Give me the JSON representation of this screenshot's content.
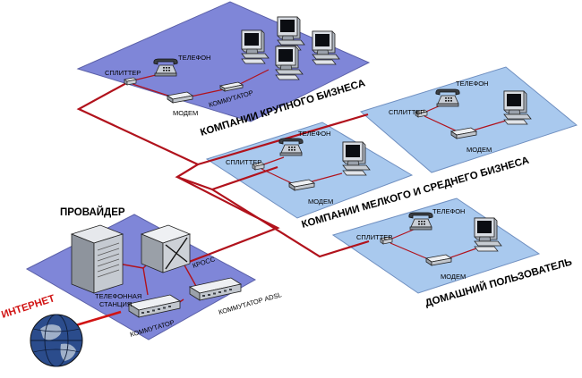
{
  "colors": {
    "large_business_zone": "#7f86d8",
    "small_business_zone": "#a9c9ee",
    "provider_zone": "#7f86d8",
    "link_line": "#b1121c",
    "internet_label": "#d11414"
  },
  "labels": {
    "large": {
      "title": "КОМПАНИИ КРУПНОГО БИЗНЕСА",
      "splitter": "СПЛИТТЕР",
      "phone": "ТЕЛЕФОН",
      "modem": "МОДЕМ",
      "switch": "КОММУТАТОР"
    },
    "medium": {
      "title": "КОМПАНИИ МЕЛКОГО И СРЕДНЕГО БИЗНЕСА",
      "left_splitter": "СПЛИТТЕР",
      "left_phone": "ТЕЛЕФОН",
      "left_modem": "МОДЕМ",
      "right_splitter": "СПЛИТТЕР",
      "right_phone": "ТЕЛЕФОН",
      "right_modem": "МОДЕМ"
    },
    "home": {
      "title": "ДОМАШНИЙ ПОЛЬЗОВАТЕЛЬ",
      "splitter": "СПЛИТТЕР",
      "phone": "ТЕЛЕФОН",
      "modem": "МОДЕМ"
    },
    "provider": {
      "title": "ПРОВАЙДЕР",
      "exchange_line1": "ТЕЛЕФОННАЯ",
      "exchange_line2": "СТАНЦИЯ",
      "cross": "КРОСС",
      "switch": "КОММУТАТОР",
      "adsl_switch": "КОММУТАТОР ADSL"
    },
    "internet": "ИНТЕРНЕТ"
  },
  "icons": [
    "telephone-icon",
    "computer-icon",
    "modem-icon",
    "splitter-icon",
    "network-switch-icon",
    "server-rack-icon",
    "cross-connect-icon",
    "globe-icon"
  ]
}
